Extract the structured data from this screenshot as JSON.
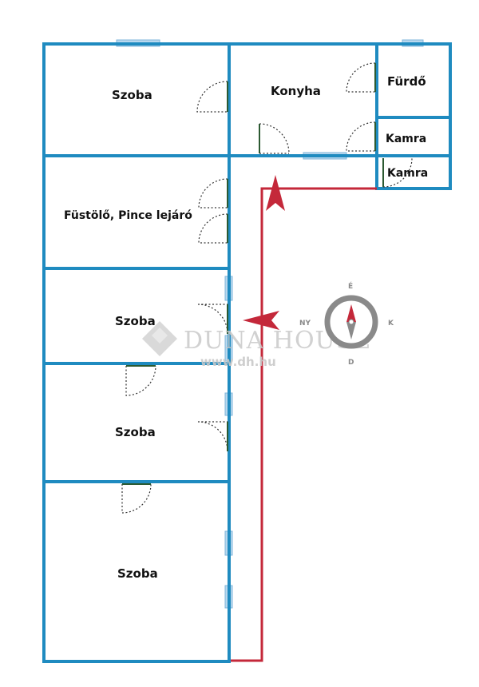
{
  "rooms": {
    "szoba_top": "Szoba",
    "konyha": "Konyha",
    "furdo": "Fürdő",
    "kamra_1": "Kamra",
    "kamra_2": "Kamra",
    "fustolo": "Füstölő, Pince lejáró",
    "szoba_2": "Szoba",
    "szoba_3": "Szoba",
    "szoba_4": "Szoba"
  },
  "compass": {
    "north": "É",
    "east": "K",
    "south": "D",
    "west": "NY"
  },
  "watermark": {
    "brand": "DUNA HOUSE",
    "url": "www.dh.hu"
  },
  "colors": {
    "walls": "#1f8bc0",
    "windows": "#b9d8ee",
    "route": "#c4283a",
    "compass": "#8a8a8a"
  },
  "icons": [
    "entrance-arrow-icon",
    "compass-icon",
    "duna-house-logo-icon"
  ]
}
